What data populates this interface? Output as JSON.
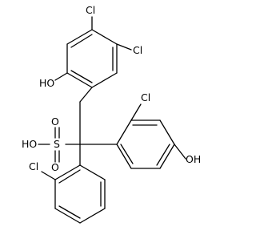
{
  "atoms": {
    "cl_top": "Cl",
    "cl_right_upper": "Cl",
    "oh_left_upper": "HO",
    "cl_right_lower": "Cl",
    "oh_right": "OH",
    "oh_sulfonic": "HO",
    "s": "S",
    "o_top": "O",
    "o_bottom": "O",
    "cl_bottom": "Cl"
  }
}
